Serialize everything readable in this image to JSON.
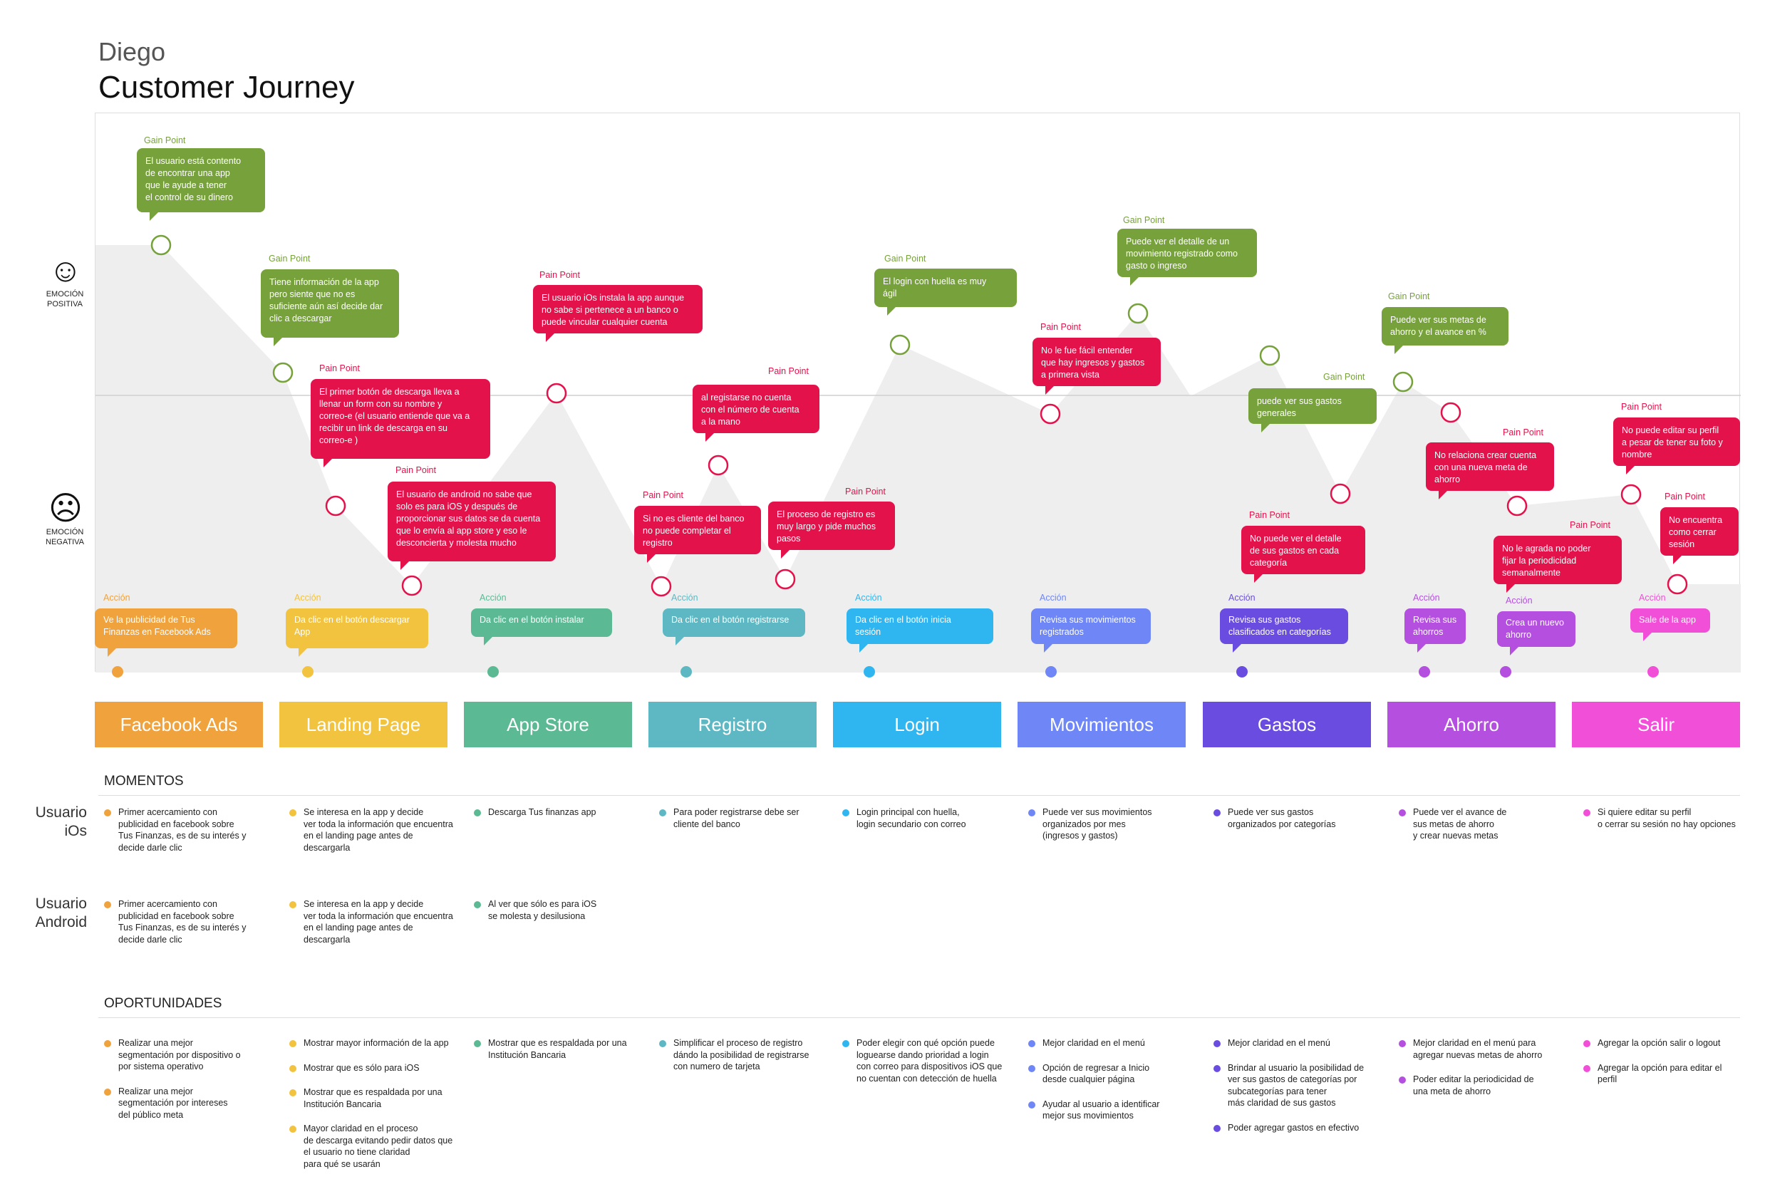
{
  "persona": "Diego",
  "title": "Customer Journey",
  "emotions": {
    "positive": "EMOCIÓN\nPOSITIVA",
    "negative": "EMOCIÓN\nNEGATIVA",
    "positive_icon": "smiley-face-icon",
    "negative_icon": "sad-face-icon"
  },
  "colors": {
    "gain": "#76A13B",
    "pain": "#E3124B",
    "stages": [
      "#F0A23D",
      "#F2C33F",
      "#5BBA94",
      "#5DB8C3",
      "#2FB6F1",
      "#6E86F6",
      "#6A4DE0",
      "#B44FE0",
      "#F24FD8"
    ]
  },
  "stages": [
    {
      "name": "Facebook Ads",
      "action": "Ve la publicidad de Tus\nFinanzas en  Facebook Ads"
    },
    {
      "name": "Landing Page",
      "action": "Da clic en el botón descargar\nApp"
    },
    {
      "name": "App Store",
      "action": "Da clic en el botón instalar"
    },
    {
      "name": "Registro",
      "action": "Da clic en el botón registrarse"
    },
    {
      "name": "Login",
      "action": "Da clic en el botón inicia\nsesión"
    },
    {
      "name": "Movimientos",
      "action": "Revisa sus  movimientos\nregistrados"
    },
    {
      "name": "Gastos",
      "action": "Revisa sus  gastos\nclasificados en categorías"
    },
    {
      "name": "Ahorro",
      "action": "Revisa sus\nahorros",
      "action2": "Crea un nuevo\nahorro"
    },
    {
      "name": "Salir",
      "action": "Sale de la app"
    }
  ],
  "action_label": "Acción",
  "points": [
    {
      "type": "Gain Point",
      "text": "El usuario está contento\nde encontrar una app\nque le ayude a tener\nel control de su dinero"
    },
    {
      "type": "Gain Point",
      "text": "Tiene información de la app\npero siente que no es\nsuficiente aún así decide  dar\nclic a descargar"
    },
    {
      "type": "Pain Point",
      "text": "El primer botón de descarga lleva a\nllenar un form con su nombre y\ncorreo-e (el usuario entiende que va a\nrecibir un link de descarga en su\ncorreo-e )"
    },
    {
      "type": "Pain Point",
      "text": "El usuario de android no sabe que\nsolo es para iOS y después de\nproporcionar sus datos se da cuenta\nque lo envía al app store y eso le\ndesconcierta y molesta mucho"
    },
    {
      "type": "Pain Point",
      "text": "El usuario iOs  instala la app aunque\nno sabe si  pertenece a un banco o\npuede vincular cualquier cuenta"
    },
    {
      "type": "Pain Point",
      "text": "Si no es cliente del banco\nno puede completar el\nregistro"
    },
    {
      "type": "Pain Point",
      "text": "al registarse no cuenta\ncon  el número de cuenta\na la mano"
    },
    {
      "type": "Pain Point",
      "text": "El proceso de registro es\nmuy largo y pide muchos\npasos"
    },
    {
      "type": "Gain Point",
      "text": "El login con huella es muy\nágil"
    },
    {
      "type": "Pain Point",
      "text": "No le fue fácil entender\nque hay ingresos y gastos\na primera vista"
    },
    {
      "type": "Gain Point",
      "text": "Puede ver el detalle de un\nmovimiento registrado como\ngasto o ingreso"
    },
    {
      "type": "Gain Point",
      "text": "puede ver sus gastos\ngenerales"
    },
    {
      "type": "Pain Point",
      "text": "No puede ver el detalle\nde sus gastos en cada\ncategoría"
    },
    {
      "type": "Gain Point",
      "text": "Puede ver sus metas de\nahorro y el avance  en %"
    },
    {
      "type": "Pain Point",
      "text": "No relaciona crear cuenta\ncon  una nueva meta de\nahorro"
    },
    {
      "type": "Pain Point",
      "text": "No le agrada no poder\nfijar  la periodicidad\nsemanalmente"
    },
    {
      "type": "Pain Point",
      "text": "No puede editar su perfil\na pesar de tener su foto y\nnombre"
    },
    {
      "type": "Pain Point",
      "text": "No encuentra\ncomo cerrar\nsesión"
    }
  ],
  "momentos": {
    "title": "MOMENTOS",
    "ios_label": "Usuario\niOs",
    "android_label": "Usuario\nAndroid",
    "ios": [
      "Primer acercamiento con\npublicidad en facebook sobre\nTus Finanzas, es de su interés y\ndecide darle clic",
      "Se interesa en la app y decide\nver toda la información que encuentra\nen el landing page  antes de\ndescargarla",
      "Descarga Tus finanzas app",
      "Para poder registrarse debe ser\ncliente del banco",
      "Login principal con huella,\nlogin secundario  con correo",
      "Puede ver  sus movimientos\norganizados por mes\n(ingresos y gastos)",
      "Puede ver  sus gastos\norganizados por categorías",
      "Puede ver el avance de\nsus metas de ahorro\n y crear nuevas metas",
      "Si quiere editar su perfil\no cerrar su sesión no hay opciones"
    ],
    "android": [
      "Primer acercamiento con\npublicidad en facebook sobre\nTus Finanzas, es de su interés y\ndecide darle clic",
      "Se interesa en la app y decide\nver toda la información que encuentra\nen el landing page  antes de\ndescargarla",
      "Al ver que sólo es para iOS\nse molesta y desilusiona"
    ]
  },
  "oportunidades": {
    "title": "OPORTUNIDADES",
    "columns": [
      [
        "Realizar una mejor\nsegmentación por dispositivo o\npor sistema operativo",
        "Realizar una mejor\nsegmentación por intereses\ndel público meta"
      ],
      [
        "Mostrar mayor información de la app",
        "Mostrar que es sólo para iOS",
        "Mostrar que es respaldada por una\nInstitución Bancaria",
        "Mayor claridad en el proceso\nde descarga evitando pedir datos que\nel usuario  no tiene claridad\npara qué se usarán"
      ],
      [
        "Mostrar que es respaldada por una\nInstitución Bancaria"
      ],
      [
        "Simplificar el proceso de registro\ndándo la posibilidad de registrarse\ncon numero de tarjeta"
      ],
      [
        "Poder elegir con qué opción puede\nloguearse dando prioridad a  login\ncon correo para dispositivos iOS que\nno cuentan con detección de huella"
      ],
      [
        "Mejor claridad en el menú",
        "Opción de regresar a Inicio\ndesde cualquier página",
        "Ayudar al usuario a identificar\nmejor sus movimientos"
      ],
      [
        "Mejor claridad en el menú",
        "Brindar al usuario la posibilidad de\nver sus gastos de categorías por\nsubcategorías para tener\nmás claridad de sus gastos",
        "Poder agregar gastos en efectivo"
      ],
      [
        "Mejor claridad en el menú  para\nagregar nuevas metas de ahorro",
        "Poder editar la periodicidad de\nuna meta de ahorro"
      ],
      [
        "Agregar la opción salir o logout",
        "Agregar la opción para editar el\nperfil"
      ]
    ]
  }
}
